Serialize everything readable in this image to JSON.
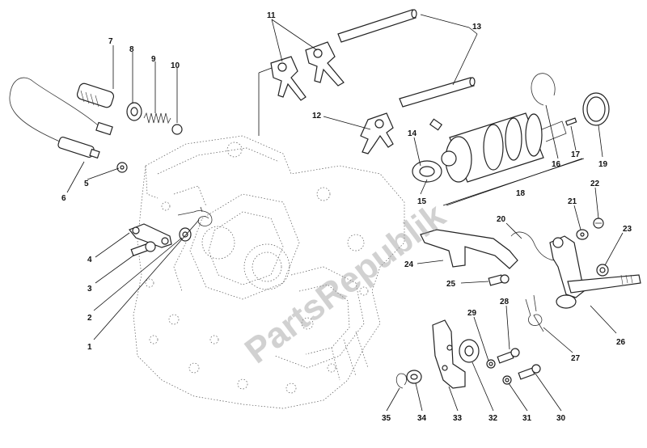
{
  "watermark": "PartsRepublik",
  "callouts": [
    {
      "id": "c1",
      "text": "1"
    },
    {
      "id": "c2",
      "text": "2"
    },
    {
      "id": "c3",
      "text": "3"
    },
    {
      "id": "c4",
      "text": "4"
    },
    {
      "id": "c5",
      "text": "5"
    },
    {
      "id": "c6",
      "text": "6"
    },
    {
      "id": "c7",
      "text": "7"
    },
    {
      "id": "c8",
      "text": "8"
    },
    {
      "id": "c9",
      "text": "9"
    },
    {
      "id": "c10",
      "text": "10"
    },
    {
      "id": "c11",
      "text": "11"
    },
    {
      "id": "c12",
      "text": "12"
    },
    {
      "id": "c13",
      "text": "13"
    },
    {
      "id": "c14",
      "text": "14"
    },
    {
      "id": "c15",
      "text": "15"
    },
    {
      "id": "c16",
      "text": "16"
    },
    {
      "id": "c17",
      "text": "17"
    },
    {
      "id": "c18",
      "text": "18"
    },
    {
      "id": "c19",
      "text": "19"
    },
    {
      "id": "c20",
      "text": "20"
    },
    {
      "id": "c21",
      "text": "21"
    },
    {
      "id": "c22",
      "text": "22"
    },
    {
      "id": "c23",
      "text": "23"
    },
    {
      "id": "c24",
      "text": "24"
    },
    {
      "id": "c25",
      "text": "25"
    },
    {
      "id": "c26",
      "text": "26"
    },
    {
      "id": "c27",
      "text": "27"
    },
    {
      "id": "c28",
      "text": "28"
    },
    {
      "id": "c29",
      "text": "29"
    },
    {
      "id": "c30",
      "text": "30"
    },
    {
      "id": "c31",
      "text": "31"
    },
    {
      "id": "c32",
      "text": "32"
    },
    {
      "id": "c33",
      "text": "33"
    },
    {
      "id": "c34",
      "text": "34"
    },
    {
      "id": "c35",
      "text": "35"
    }
  ]
}
